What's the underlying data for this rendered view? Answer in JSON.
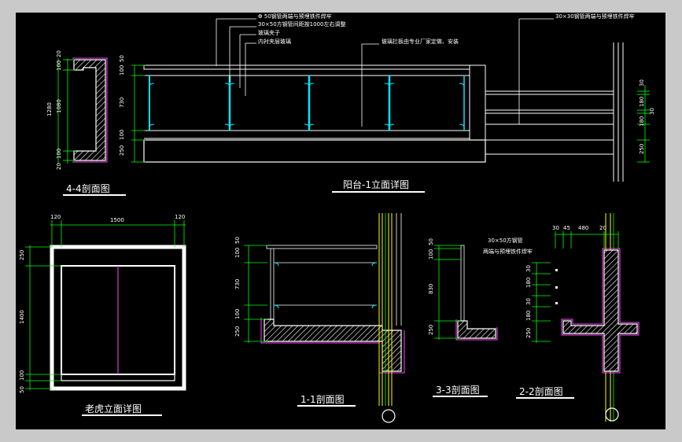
{
  "titles": {
    "section44": "4-4剖面图",
    "elevation": "阳台-1立面详图",
    "tiger": "老虎立面详图",
    "section11": "1-1剖面图",
    "section33": "3-3剖面图",
    "section22": "2-2剖面图"
  },
  "annotations": {
    "a1": "Φ 50钢管两端与预埋铁件焊牢",
    "a2": "30×50方钢管间距按1000左右调整",
    "a3": "玻璃夹子",
    "a4": "内衬夹层玻璃",
    "a5": "玻璃拦板由专业厂家定做、安装",
    "a6": "30×30钢管两端与预埋铁件焊牢",
    "a7": "30×50方钢管",
    "a8": "两端与预埋铁件焊牢"
  },
  "dims": {
    "s44": [
      "20",
      "100",
      "1080",
      "100",
      "20",
      "1280"
    ],
    "elev_left": [
      "50",
      "100",
      "730",
      "100",
      "250"
    ],
    "elev_right": [
      "30",
      "180",
      "30",
      "180",
      "250"
    ],
    "tiger_top": [
      "120",
      "1500",
      "120"
    ],
    "tiger_left": [
      "250",
      "1400",
      "100",
      "50"
    ],
    "s11": [
      "50",
      "100",
      "730",
      "100",
      "250"
    ],
    "s33": [
      "50",
      "100",
      "830",
      "250"
    ],
    "s22_top": [
      "30",
      "45",
      "480",
      "20"
    ],
    "s22_left": [
      "30",
      "180",
      "30",
      "180",
      "250"
    ]
  },
  "colors": {
    "background": "#000000",
    "frame": "#c9c9c9",
    "outline": "#ffffff",
    "glass": "#00e5ff",
    "section": "#ff44ff",
    "dimension": "#00ff00",
    "column": "#ffff00"
  }
}
